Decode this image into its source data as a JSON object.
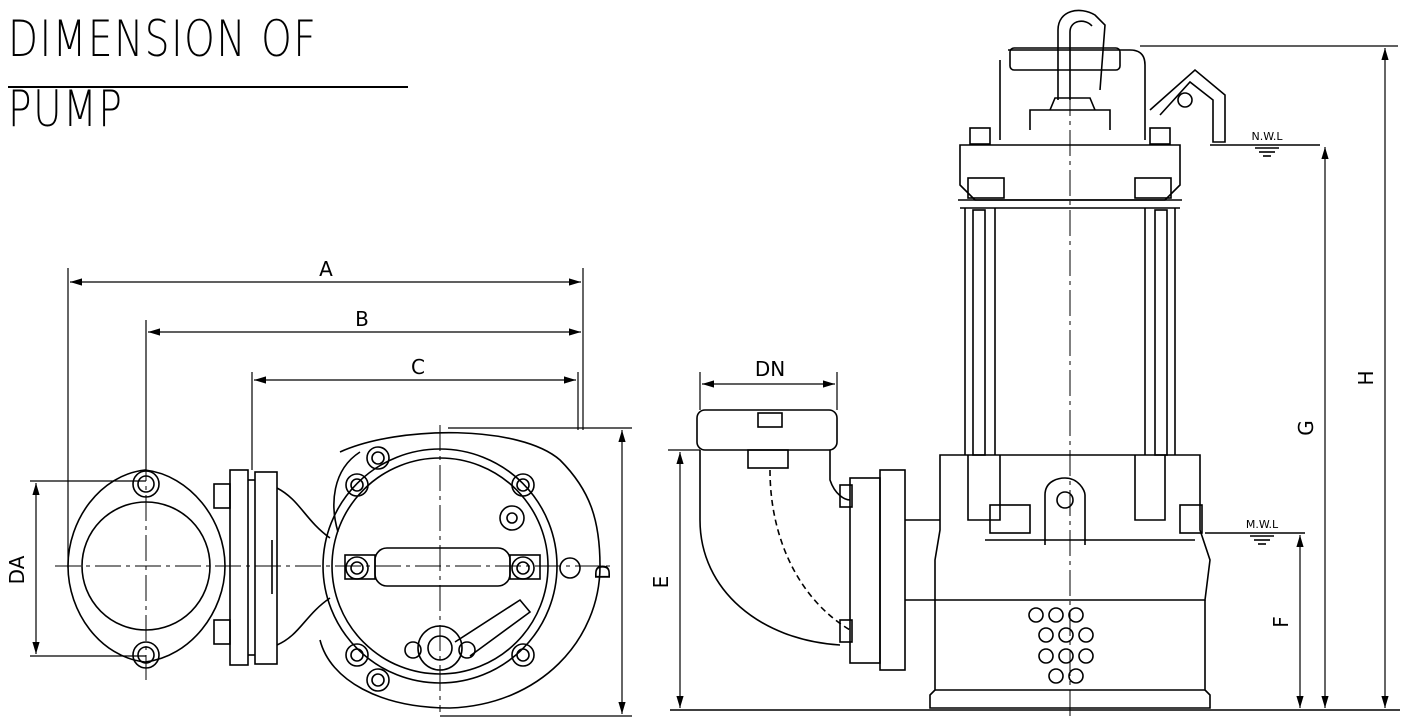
{
  "title": "DIMENSION OF PUMP",
  "dimensions": {
    "a": "A",
    "b": "B",
    "c": "C",
    "d": "D",
    "da": "DA",
    "dn": "DN",
    "e": "E",
    "f": "F",
    "g": "G",
    "h": "H"
  },
  "levels": {
    "normal_water_level": "N.W.L",
    "minimum_water_level": "M.W.L"
  }
}
